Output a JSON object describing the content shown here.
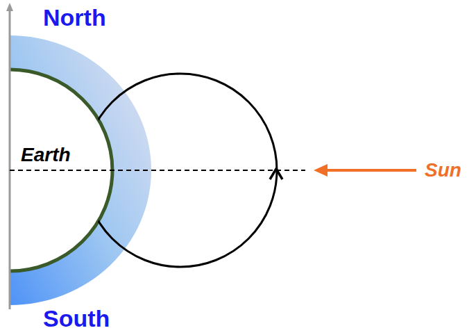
{
  "diagram": {
    "labels": [
      "North",
      "Earth",
      "Sun",
      "South"
    ]
  }
}
